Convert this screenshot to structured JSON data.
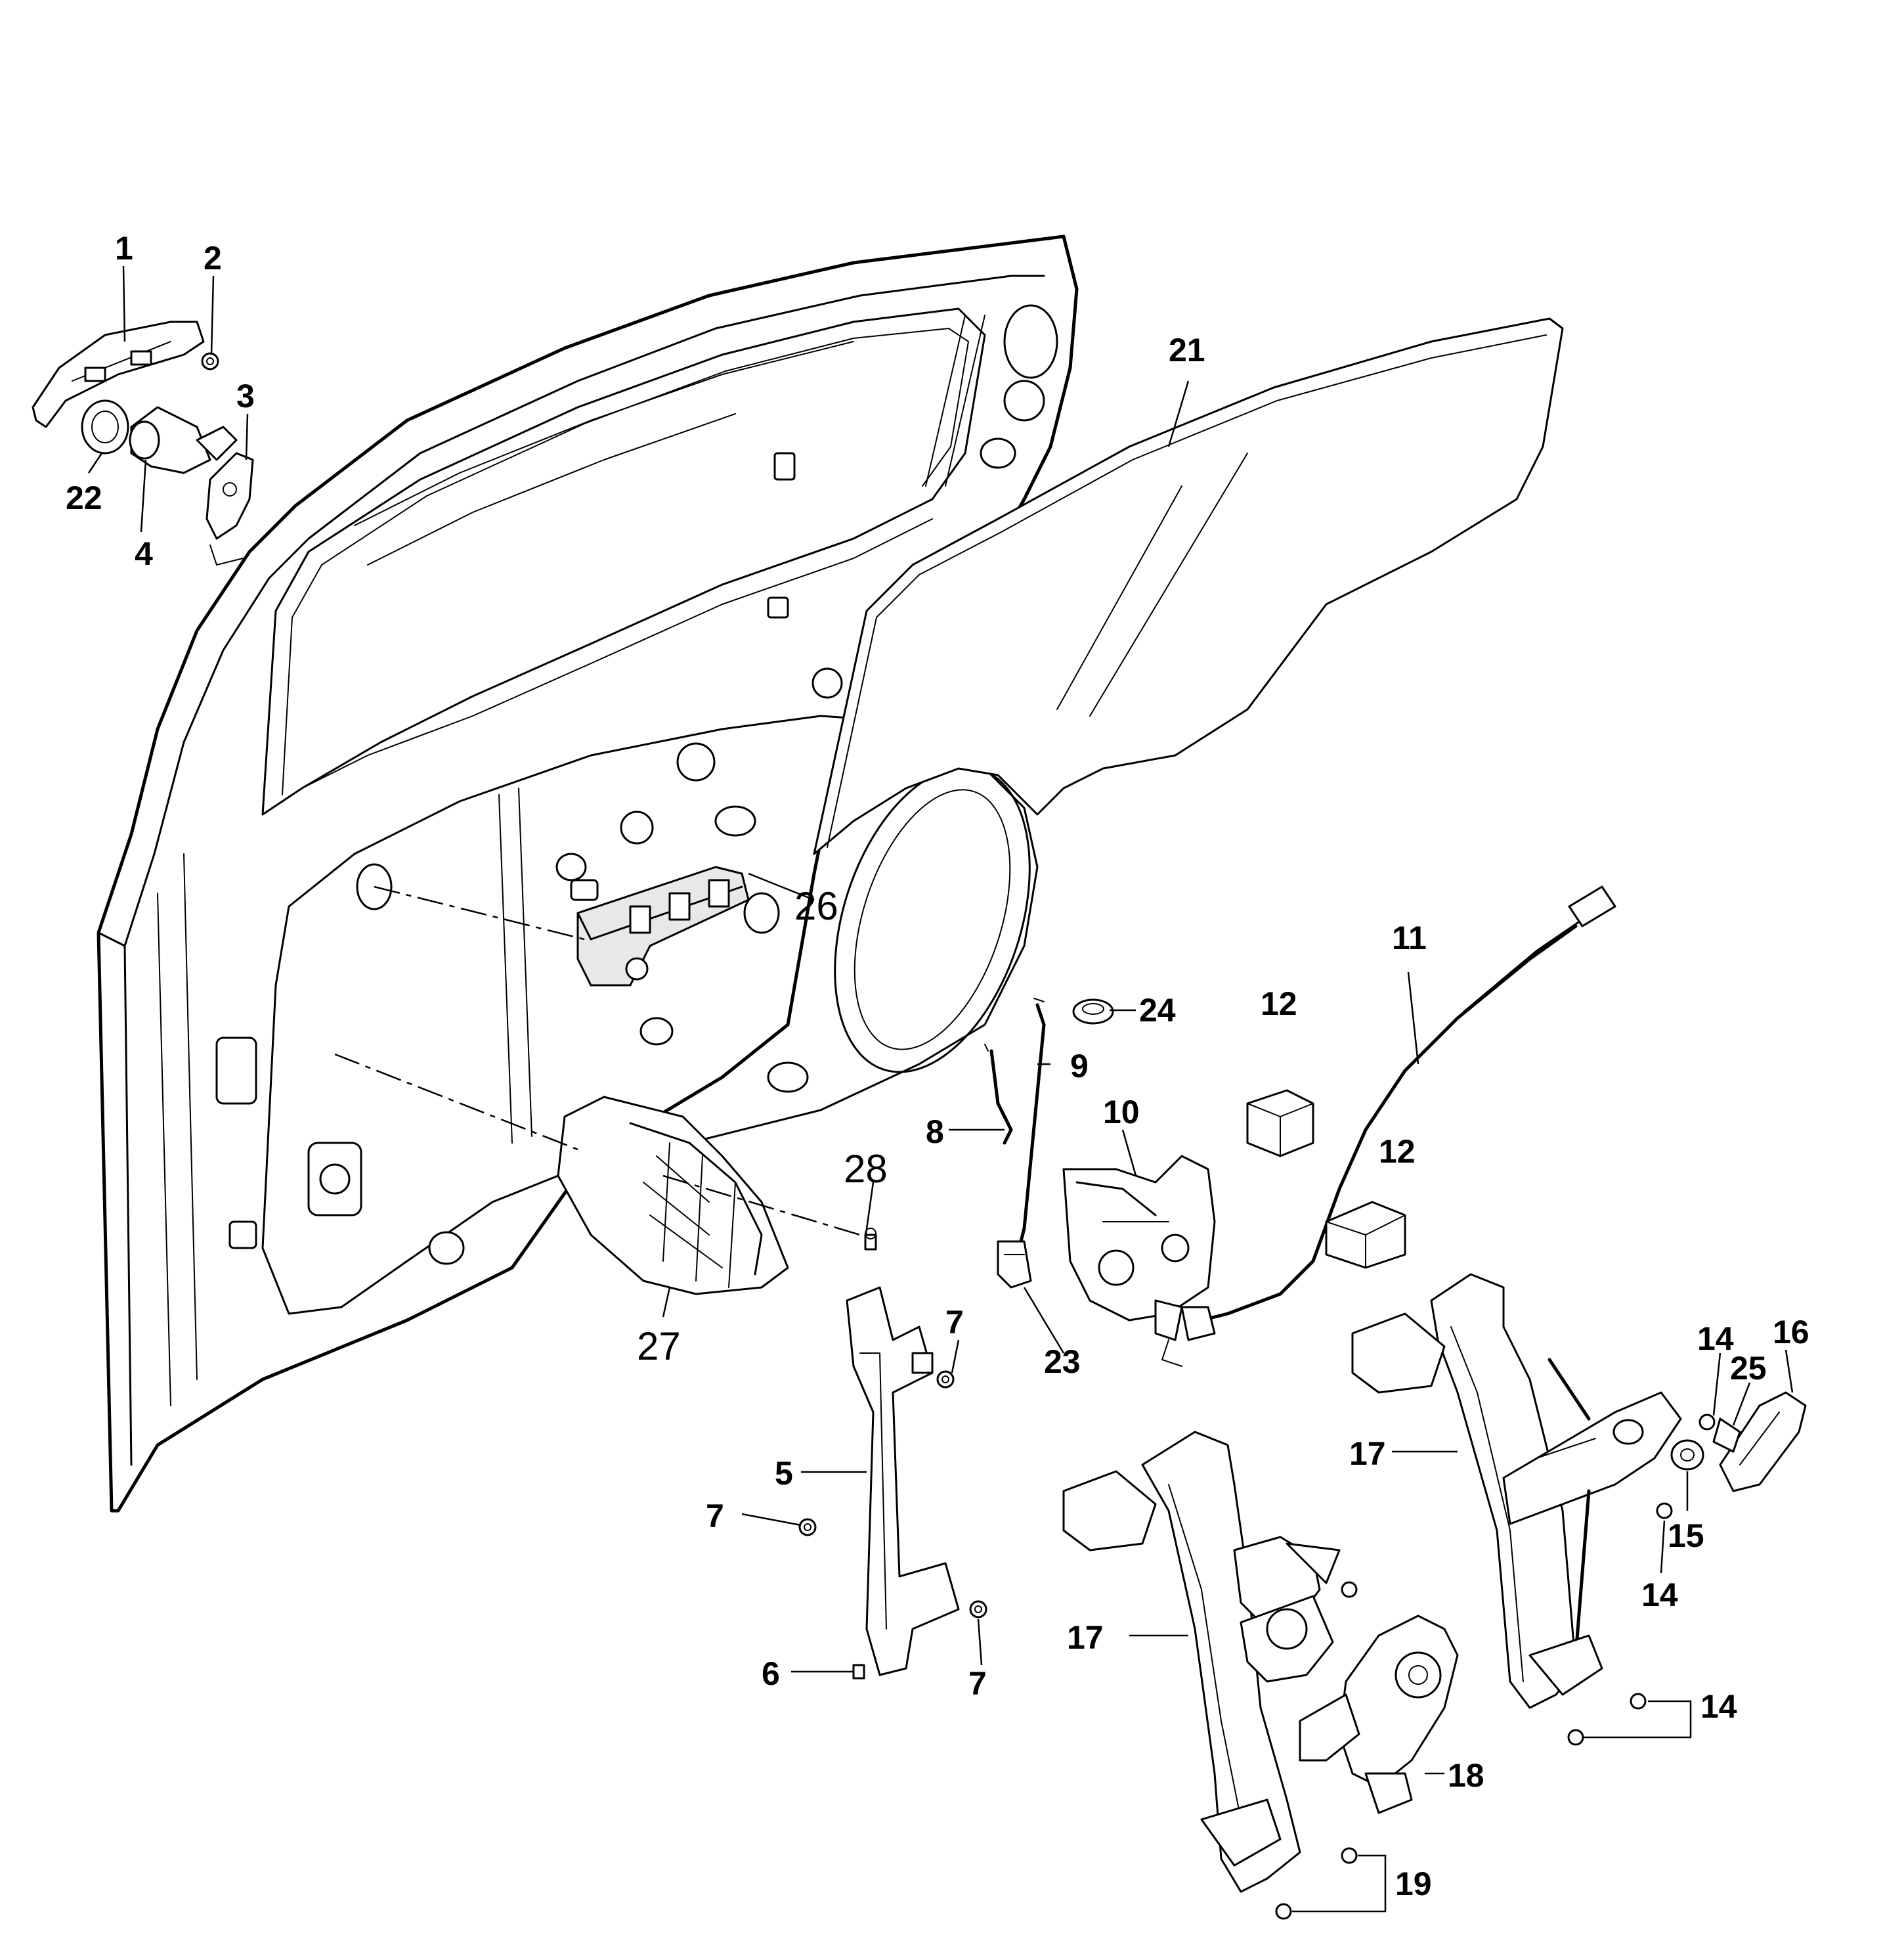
{
  "callouts": {
    "c1": "1",
    "c2": "2",
    "c3": "3",
    "c4": "4",
    "c5": "5",
    "c6": "6",
    "c7a": "7",
    "c7b": "7",
    "c7c": "7",
    "c8": "8",
    "c9": "9",
    "c10": "10",
    "c11": "11",
    "c12a": "12",
    "c12b": "12",
    "c14a": "14",
    "c14b": "14",
    "c14c": "14",
    "c15": "15",
    "c16": "16",
    "c17a": "17",
    "c17b": "17",
    "c18": "18",
    "c19": "19",
    "c21": "21",
    "c22": "22",
    "c23": "23",
    "c24": "24",
    "c25": "25",
    "c26": "26",
    "c27": "27",
    "c28": "28"
  },
  "parts": [
    "outside-door-handle",
    "screw",
    "handle-bracket",
    "lock-cylinder",
    "guide-rail",
    "bolt",
    "nut",
    "lock-rod",
    "lock-rod",
    "door-lock",
    "cable",
    "damper-pad",
    "fastener",
    "washer",
    "window-crank-handle",
    "window-regulator",
    "window-motor",
    "fastener",
    "door-glass",
    "lock-cylinder-cap",
    "clip",
    "plug",
    "clip",
    "module-bracket",
    "speaker-housing",
    "screw"
  ]
}
